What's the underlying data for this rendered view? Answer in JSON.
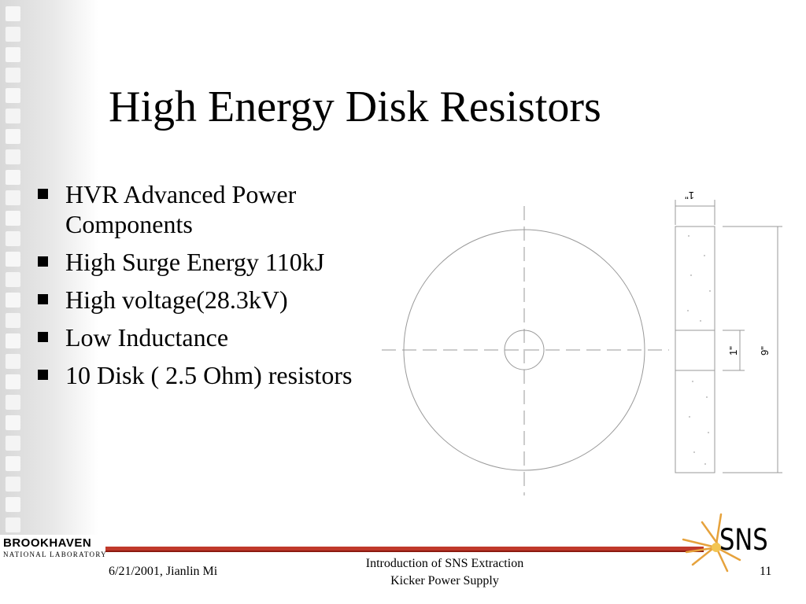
{
  "slide": {
    "title": "High Energy Disk Resistors",
    "bullets": [
      "HVR Advanced Power Components",
      "High Surge Energy 110kJ",
      "High voltage(28.3kV)",
      "Low Inductance",
      "10 Disk ( 2.5 Ohm) resistors"
    ]
  },
  "drawing": {
    "dim_width": "1\"",
    "dim_hole": "1\"",
    "dim_height": "9\""
  },
  "footer": {
    "date_author": "6/21/2001,  Jianlin Mi",
    "center_line1": "Introduction of SNS Extraction",
    "center_line2": "Kicker Power Supply",
    "page_number": "11",
    "bnl_logo_top": "BROOKHAVEN",
    "bnl_logo_bottom": "NATIONAL LABORATORY",
    "sns_logo_text": "SNS"
  },
  "colors": {
    "footer_line": "#c0392b",
    "sns_burst": "#e6a23c"
  }
}
